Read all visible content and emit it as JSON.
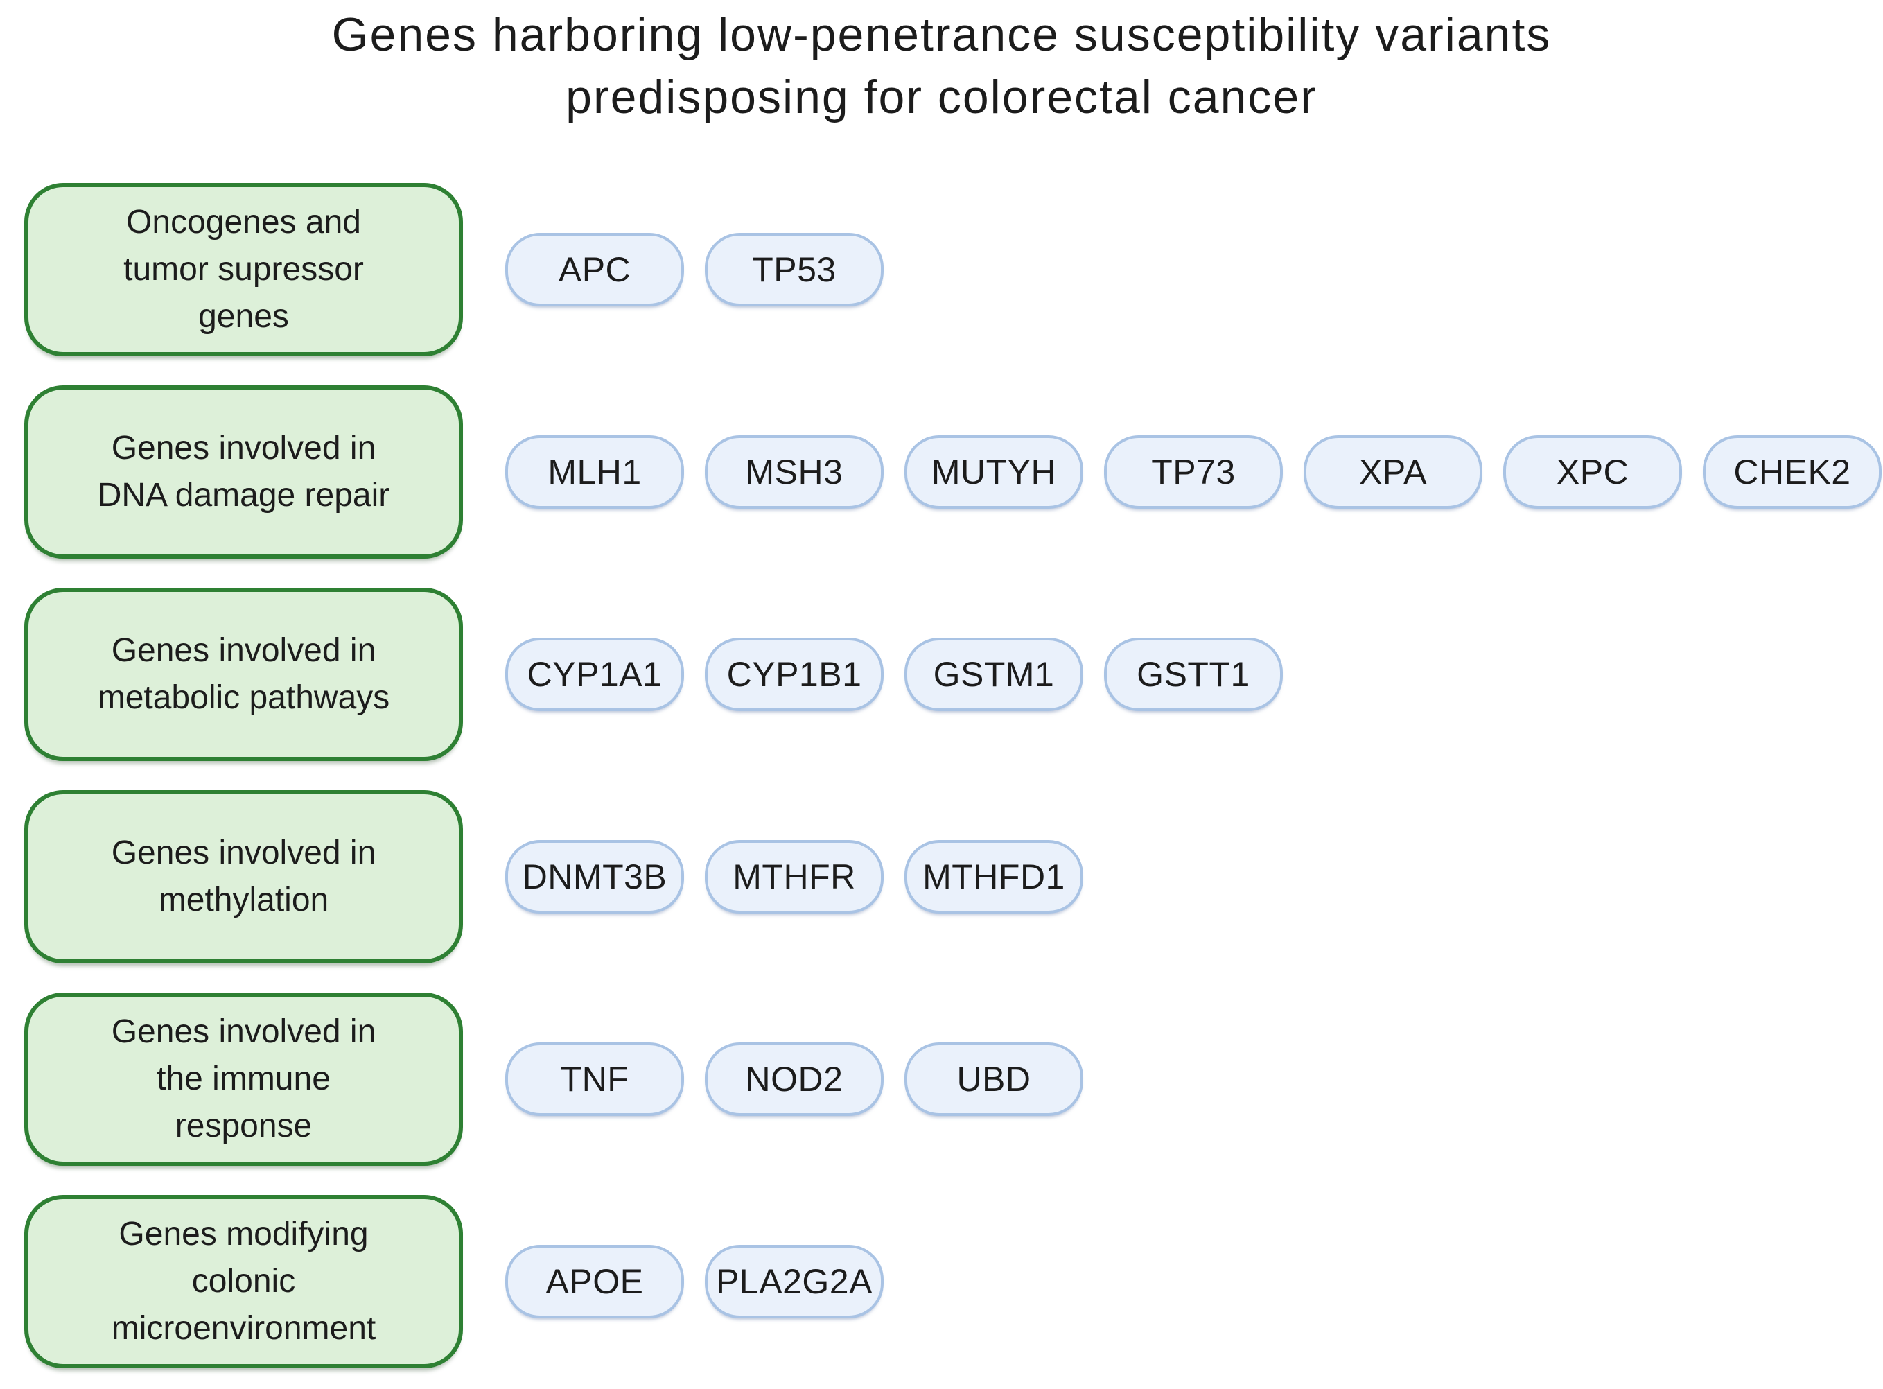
{
  "title": {
    "line1": "Genes harboring low-penetrance susceptibility variants",
    "line2": "predisposing for colorectal cancer"
  },
  "categories": [
    {
      "label": "Oncogenes and\ntumor supressor\ngenes",
      "genes": [
        "APC",
        "TP53"
      ]
    },
    {
      "label": "Genes involved in\nDNA damage repair",
      "genes": [
        "MLH1",
        "MSH3",
        "MUTYH",
        "TP73",
        "XPA",
        "XPC",
        "CHEK2"
      ]
    },
    {
      "label": "Genes involved in\nmetabolic pathways",
      "genes": [
        "CYP1A1",
        "CYP1B1",
        "GSTM1",
        "GSTT1"
      ]
    },
    {
      "label": "Genes involved in\nmethylation",
      "genes": [
        "DNMT3B",
        "MTHFR",
        "MTHFD1"
      ]
    },
    {
      "label": "Genes involved in\nthe immune\nresponse",
      "genes": [
        "TNF",
        "NOD2",
        "UBD"
      ]
    },
    {
      "label": "Genes modifying\ncolonic\nmicroenvironment",
      "genes": [
        "APOE",
        "PLA2G2A"
      ]
    }
  ],
  "colors": {
    "background": "#ffffff",
    "category_fill": "#ddf0d9",
    "category_border": "#2e8033",
    "gene_fill": "#eaf1fb",
    "gene_border": "#a9c3e4",
    "text": "#1c1c1c"
  }
}
